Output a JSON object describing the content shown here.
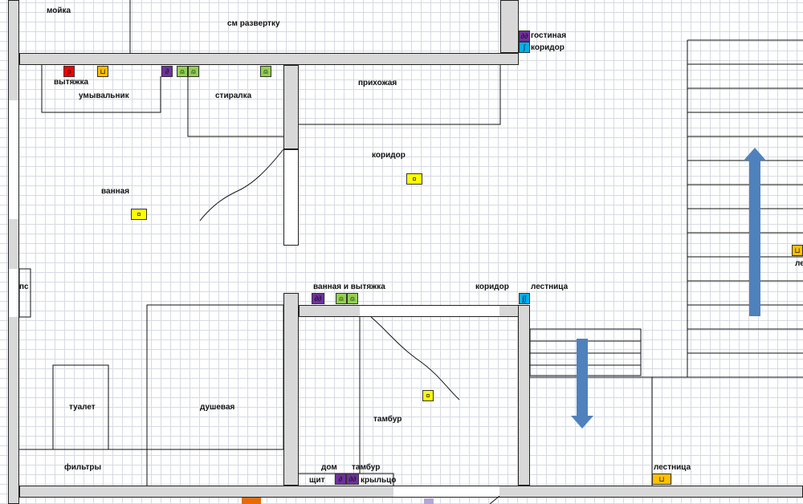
{
  "colors": {
    "light_yellow": "#ffff00",
    "socket_orange": "#ffc000",
    "red": "#ff0000",
    "purple": "#7030a0",
    "green": "#92d050",
    "blue": "#00b0f0",
    "orange": "#e46c0a",
    "arrow": "#4f81bd",
    "wall_fill": "#d8d8d8"
  },
  "labels": {
    "moyka": "мойка",
    "razvertka": "см развертку",
    "gostinaya": "гостиная",
    "koridor_top": "коридор",
    "vytyazhka": "вытяжка",
    "umyvalnik": "умывальник",
    "stiralka": "стиралка",
    "prihozhaya": "прихожая",
    "koridor_mid": "коридор",
    "vannaya": "ванная",
    "ps": "пс",
    "vannaya_vytyazhka": "ванная и вытяжка",
    "koridor_low": "коридор",
    "lestnitsa_low": "лестница",
    "le_cut": "ле",
    "tualet": "туалет",
    "dushevaya": "душевая",
    "tambur_room": "тамбур",
    "filtry": "фильтры",
    "dom": "дом",
    "tambur_bottom": "тамбур",
    "shchit": "щит",
    "kryltso": "крыльцо",
    "lestnitsa_bottom": "лестница"
  },
  "glyphs": {
    "single": "∂",
    "double": "∂∂",
    "wave_single": "∫",
    "wave_double": "∫∫",
    "lamp": "¤",
    "outlet": "⊔",
    "bell": "⍝",
    "switch": "ρ",
    "eye": "⍥"
  }
}
